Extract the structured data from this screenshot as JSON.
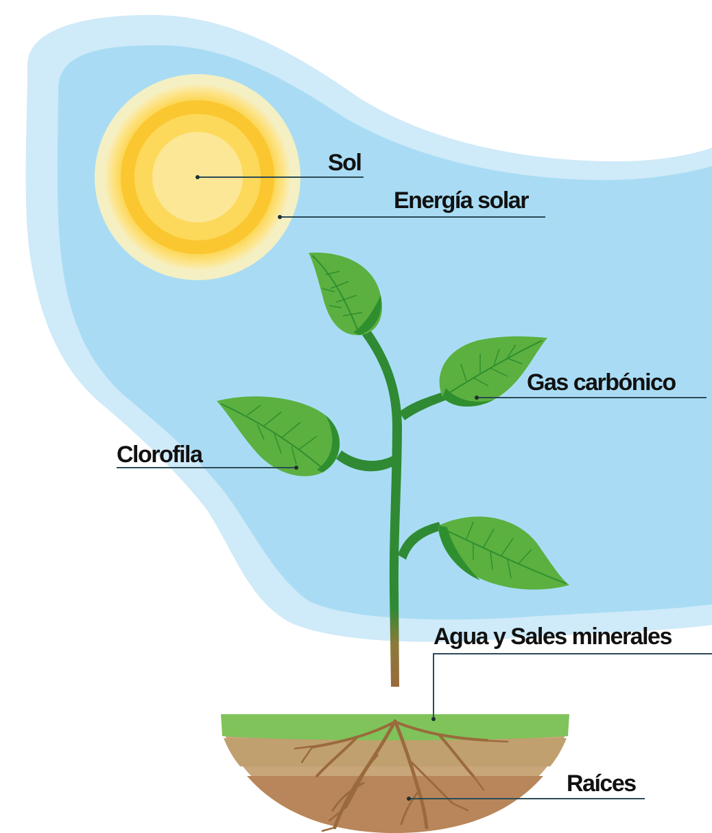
{
  "labels": {
    "sun": "Sol",
    "solar_energy": "Energía solar",
    "carbon_gas": "Gas carbónico",
    "chlorophyll": "Clorofila",
    "water_minerals": "Agua y Sales minerales",
    "roots": "Raíces"
  },
  "colors": {
    "sky_outer": "#cfeaf8",
    "sky_inner": "#a9dcf4",
    "sun_core": "#fbe69a",
    "sun_ring": "#fbc52a",
    "sun_glow": "#fde27a",
    "leaf_dark": "#2f8f2f",
    "leaf_light": "#69bb45",
    "stem": "#2f8a33",
    "grass": "#7fc35a",
    "soil": "#c9a57a",
    "soil_dark": "#b8865a",
    "root": "#9a6a3c",
    "leader_line": "#2b4a55"
  }
}
